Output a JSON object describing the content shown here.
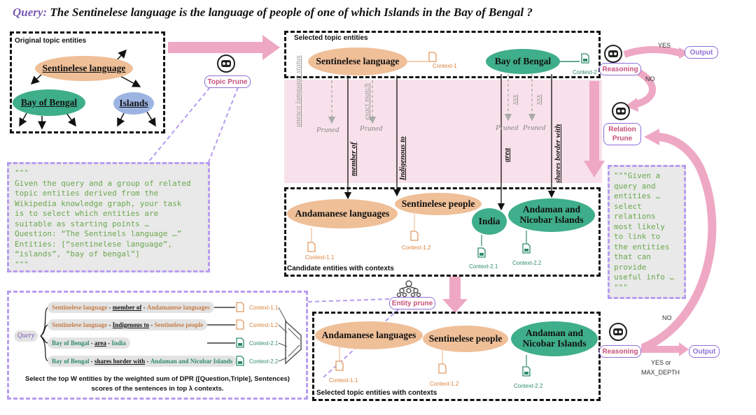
{
  "query": {
    "label": "Query:",
    "text": "The Sentinelese language is the language of people of one of which Islands in the Bay of Bengal ?"
  },
  "original_box": {
    "title": "Original topic entities",
    "entities": [
      "Sentinelese language",
      "Bay of Bengal",
      "Islands"
    ]
  },
  "topic_prune": "Topic Prune",
  "prompt1": "\"\"\"\nGiven the query and a group of related\ntopic entities derived from the\nWikipedia knowledge graph, your task\nis to select which entities are\nsuitable as starting points …\nQuestion: “The Sentinels language …”\nEntities: [“sentinelese language”,\n“islands”, “bay of bengal”]\n\"\"\"",
  "selected_box": {
    "title": "Selected topic entities",
    "entities": [
      "Sentinelese language",
      "Bay of Bengal"
    ],
    "contexts": [
      "Context-1",
      "Context-2"
    ]
  },
  "relations": {
    "pruned": [
      "unesco language status",
      "exact match",
      "xxx",
      "xxx"
    ],
    "pruned_label": "Pruned",
    "kept": [
      "member of",
      "Indigenous to",
      "area",
      "shares border with"
    ]
  },
  "reasoning": "Reasoning",
  "output": "Output",
  "yes": "YES",
  "no": "NO",
  "relation_prune": "Relation Prune",
  "prompt2": "\"\"\"Given a\nquery and\nentities …\nselect\nrelations\nmost likely\nto link to\nthe entities\nthat can\nprovide\nuseful info …\n\"\"\"",
  "candidate_box": {
    "title": "Candidate entities with contexts",
    "entities": [
      "Andamanese languages",
      "Sentinelese people",
      "India",
      "Andaman and Nicobar Islands"
    ],
    "contexts": [
      "Context-1.1",
      "Context-1.2",
      "Context-2.1",
      "Context-2.2"
    ]
  },
  "entity_prune": "Entity prune",
  "triples_box": {
    "query": "Query",
    "triples": [
      {
        "head": "Sentinelese language",
        "rel": "member of",
        "tail": "Andamanese languages",
        "ctx": "Context-1.1"
      },
      {
        "head": "Sentinelese language",
        "rel": "Indigenous to",
        "tail": "Sentinelese people",
        "ctx": "Context-1.2"
      },
      {
        "head": "Bay of Bengal",
        "rel": "area",
        "tail": "India",
        "ctx": "Context-2.1"
      },
      {
        "head": "Bay of Bengal",
        "rel": "shares border with",
        "tail": "Andaman and Nicobar Islands",
        "ctx": "Context-2.2"
      }
    ],
    "sep": " - ",
    "caption": "Select the top W entities by the weighted sum of DPR ([Question,Triple], Sentences) scores of the sentences in top λ contexts."
  },
  "final_box": {
    "title": "Selected topic entities with contexts",
    "entities": [
      "Andamanese languages",
      "Sentinelese people",
      "Andaman and Nicobar Islands"
    ],
    "contexts": [
      "Context-1.1",
      "Context-1.2",
      "Context-2.2"
    ]
  },
  "final_yes": "YES or",
  "max_depth": "MAX_DEPTH",
  "colors": {
    "arrow_pink": "#eea8c4",
    "band_pink": "#f8e1ea",
    "tan": "#efbf98",
    "teal": "#3fae8a",
    "purple": "#8f6fd8"
  }
}
